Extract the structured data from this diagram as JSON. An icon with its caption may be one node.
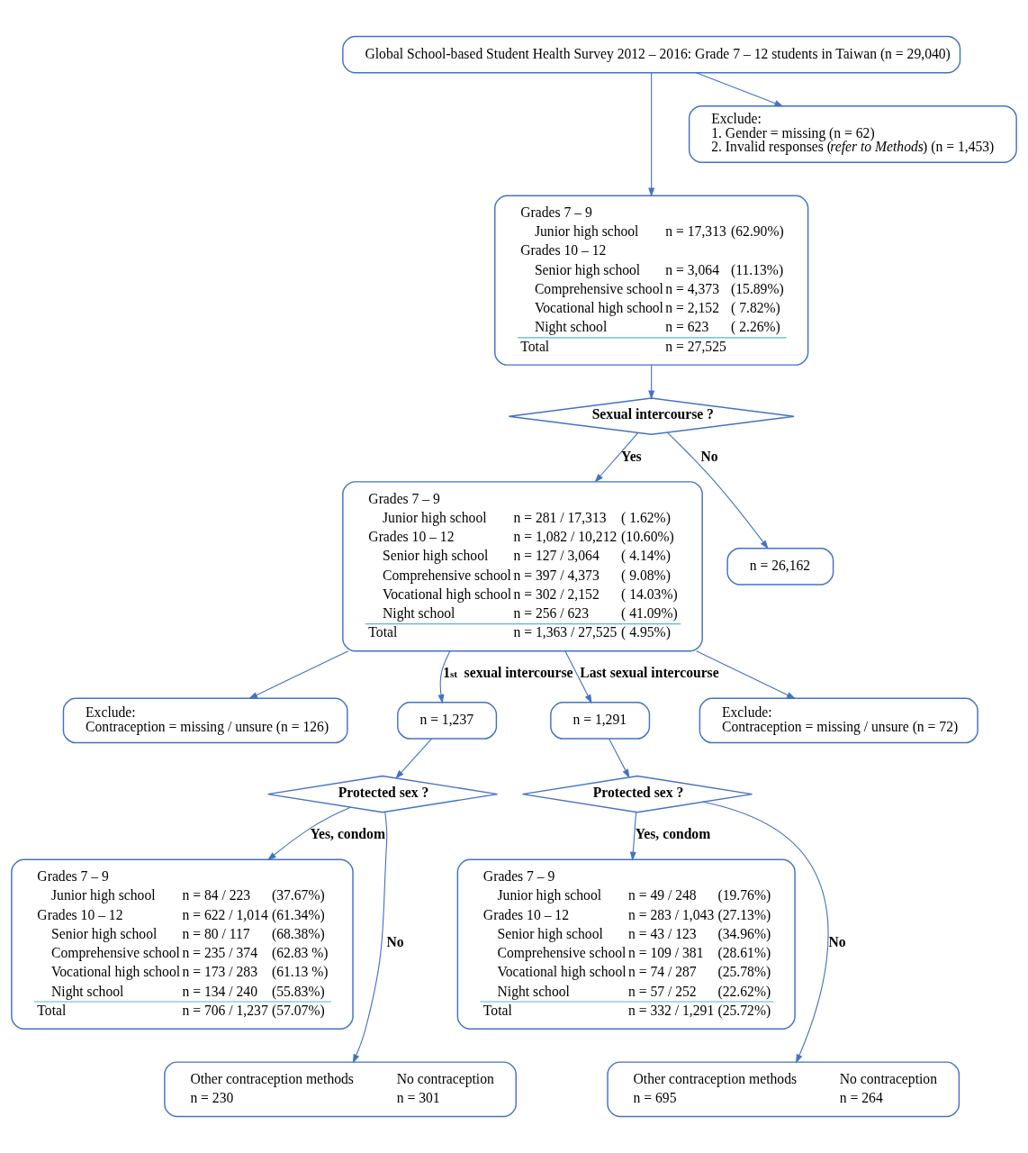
{
  "diagram": {
    "nodes": [
      {
        "text": [
          "Global School-based Student Health Survey 2012 – 2016: Grade 7 – 12 students in Taiwan (n = 29,040)"
        ]
      },
      {
        "text": [
          "Exclude:",
          "1. Gender = missing (n = 62)",
          "2. Invalid responses (*refer to Methods*) (n = 1,453)"
        ]
      },
      {
        "text": [
          "Grades 7 – 9",
          "Junior high school",
          "n = 17,313",
          "(62.90%)",
          "Grades 10 – 12",
          "Senior high school",
          "n = 3,064",
          "(11.13%)",
          "Comprehensive school",
          "n = 4,373",
          "(15.89%)",
          "Vocational high school",
          "n = 2,152",
          "( 7.82%)",
          "Night school",
          "n = 623",
          "( 2.26%)",
          "Total",
          "n = 27,525"
        ]
      },
      {
        "text": [
          "Sexual intercourse ?"
        ]
      },
      {
        "text": [
          "Grades 7 – 9",
          "Junior high school",
          "n = 281 / 17,313",
          "( 1.62%)",
          "Grades 10 – 12",
          "n = 1,082 / 10,212",
          "(10.60%)",
          "Senior high school",
          "n = 127 / 3,064",
          "( 4.14%)",
          "Comprehensive school",
          "n = 397 / 4,373",
          "( 9.08%)",
          "Vocational high school",
          "n = 302 / 2,152",
          "( 14.03%)",
          "Night school",
          "n = 256 / 623",
          "( 41.09%)",
          "Total",
          "n = 1,363 / 27,525",
          "( 4.95%)"
        ]
      },
      {
        "text": [
          "n = 26,162"
        ]
      },
      {
        "text": [
          "Exclude:",
          "Contraception = missing / unsure (n = 126)"
        ]
      },
      {
        "text": [
          "Exclude:",
          "Contraception = missing / unsure (n = 72)"
        ]
      },
      {
        "text": [
          "n = 1,237"
        ]
      },
      {
        "text": [
          "n = 1,291"
        ]
      },
      {
        "text": [
          "Protected sex ?"
        ]
      },
      {
        "text": [
          "Protected sex ?"
        ]
      },
      {
        "text": [
          "Grades 7 – 9",
          "Junior high school",
          "n = 84 / 223",
          "(37.67%)",
          "Grades 10 – 12",
          "n = 622 / 1,014",
          "(61.34%)",
          "Senior high school",
          "n = 80 / 117",
          "(68.38%)",
          "Comprehensive school",
          "n = 235 / 374",
          "(62.83 %)",
          "Vocational high school",
          "n = 173 / 283",
          "(61.13 %)",
          "Night school",
          "n = 134 / 240",
          "(55.83%)",
          "Total",
          "n = 706 / 1,237",
          "(57.07%)"
        ]
      },
      {
        "text": [
          "Other contraception methods",
          "No contraception",
          "n = 230",
          "n = 301"
        ]
      },
      {
        "text": [
          "Grades 7 – 9",
          "Junior high school",
          "n = 49 / 248",
          "(19.76%)",
          "Grades 10 – 12",
          "n = 283 / 1,043",
          "(27.13%)",
          "Senior high school",
          "n = 43 / 123",
          "(34.96%)",
          "Comprehensive school",
          "n = 109 / 381",
          "(28.61%)",
          "Vocational high school",
          "n = 74 / 287",
          "(25.78%)",
          "Night school",
          "n = 57 / 252",
          "(22.62%)",
          "Total",
          "n = 332 / 1,291",
          "(25.72%)"
        ]
      },
      {
        "text": [
          "Other contraception methods",
          "No contraception",
          "n = 695",
          "n = 264"
        ]
      }
    ],
    "edges": [
      {
        "from": 0,
        "to": 2,
        "arrow": "to"
      },
      {
        "from": 0,
        "to": 1,
        "arrow": "to"
      },
      {
        "from": 2,
        "to": 3,
        "arrow": "to"
      },
      {
        "from": 3,
        "to": 4,
        "arrow": "to",
        "label": "Yes"
      },
      {
        "from": 3,
        "to": 5,
        "arrow": "to",
        "label": "No"
      },
      {
        "from": 4,
        "to": 8,
        "arrow": "to",
        "label": "1$^{st}$ sexual intercourse"
      },
      {
        "from": 4,
        "to": 9,
        "arrow": "to",
        "label": "Last sexual intercourse"
      },
      {
        "from": 4,
        "to": 6,
        "arrow": "to"
      },
      {
        "from": 4,
        "to": 7,
        "arrow": "to"
      },
      {
        "from": 8,
        "to": 10,
        "arrow": "to"
      },
      {
        "from": 9,
        "to": 11,
        "arrow": "to"
      },
      {
        "from": 10,
        "to": 12,
        "arrow": "to",
        "label": "Yes, condom"
      },
      {
        "from": 10,
        "to": 13,
        "arrow": "to",
        "label": "No"
      },
      {
        "from": 11,
        "to": 14,
        "arrow": "to",
        "label": "Yes, condom"
      },
      {
        "from": 11,
        "to": 15,
        "arrow": "to",
        "label": "No"
      }
    ]
  }
}
